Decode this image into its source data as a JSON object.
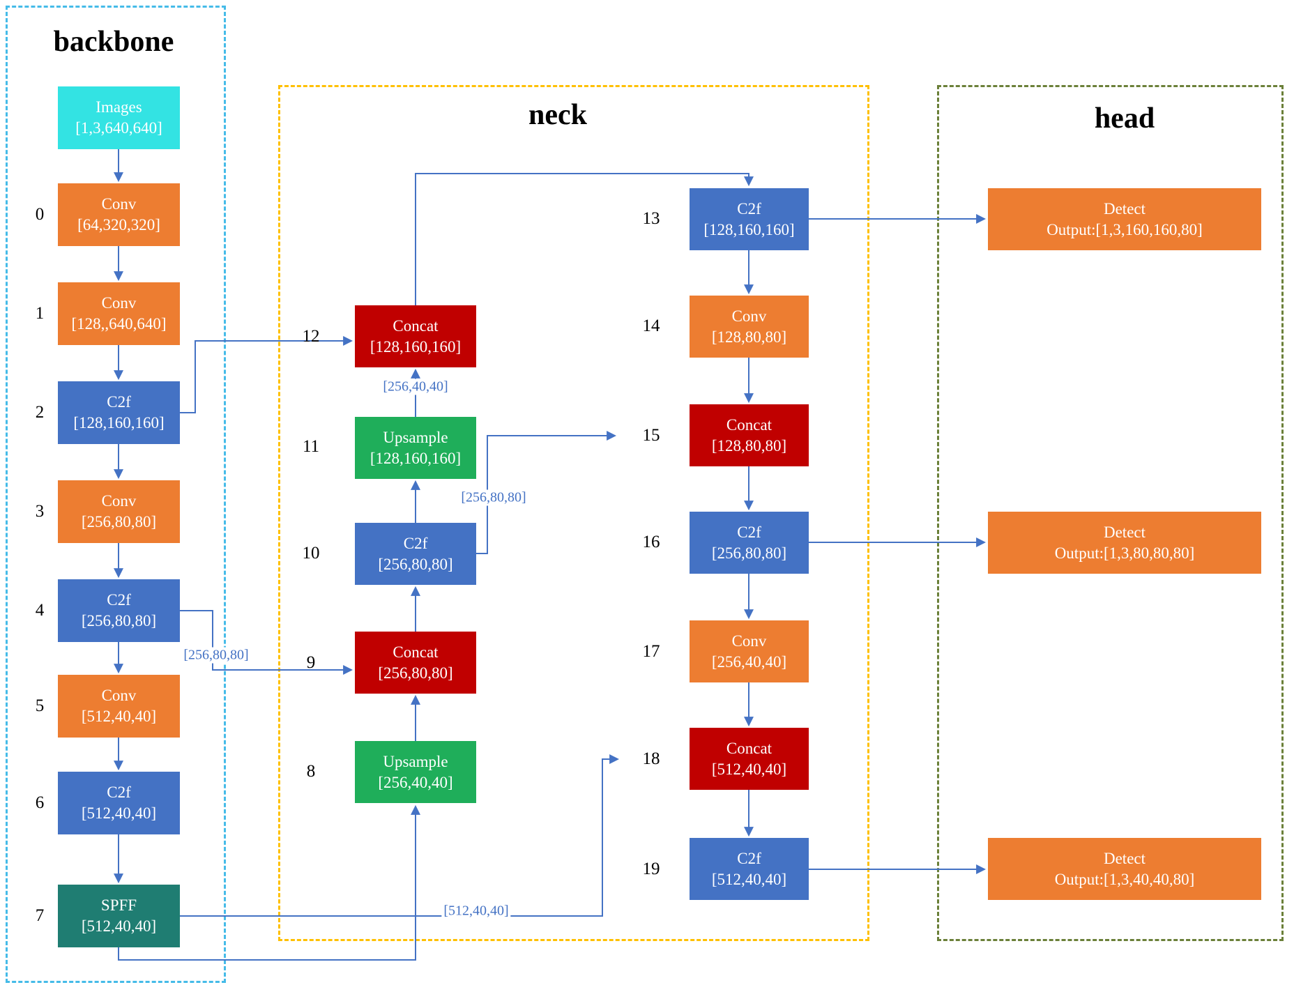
{
  "sections": {
    "backbone": {
      "title": "backbone"
    },
    "neck": {
      "title": "neck"
    },
    "head": {
      "title": "head"
    }
  },
  "nodes": {
    "images": {
      "title": "Images",
      "shape": "[1,3,640,640]"
    },
    "n0": {
      "index": "0",
      "title": "Conv",
      "shape": "[64,320,320]"
    },
    "n1": {
      "index": "1",
      "title": "Conv",
      "shape": "[128,,640,640]"
    },
    "n2": {
      "index": "2",
      "title": "C2f",
      "shape": "[128,160,160]"
    },
    "n3": {
      "index": "3",
      "title": "Conv",
      "shape": "[256,80,80]"
    },
    "n4": {
      "index": "4",
      "title": "C2f",
      "shape": "[256,80,80]"
    },
    "n5": {
      "index": "5",
      "title": "Conv",
      "shape": "[512,40,40]"
    },
    "n6": {
      "index": "6",
      "title": "C2f",
      "shape": "[512,40,40]"
    },
    "n7": {
      "index": "7",
      "title": "SPFF",
      "shape": "[512,40,40]"
    },
    "n8": {
      "index": "8",
      "title": "Upsample",
      "shape": "[256,40,40]"
    },
    "n9": {
      "index": "9",
      "title": "Concat",
      "shape": "[256,80,80]"
    },
    "n10": {
      "index": "10",
      "title": "C2f",
      "shape": "[256,80,80]"
    },
    "n11": {
      "index": "11",
      "title": "Upsample",
      "shape": "[128,160,160]"
    },
    "n12": {
      "index": "12",
      "title": "Concat",
      "shape": "[128,160,160]"
    },
    "n13": {
      "index": "13",
      "title": "C2f",
      "shape": "[128,160,160]"
    },
    "n14": {
      "index": "14",
      "title": "Conv",
      "shape": "[128,80,80]"
    },
    "n15": {
      "index": "15",
      "title": "Concat",
      "shape": "[128,80,80]"
    },
    "n16": {
      "index": "16",
      "title": "C2f",
      "shape": "[256,80,80]"
    },
    "n17": {
      "index": "17",
      "title": "Conv",
      "shape": "[256,40,40]"
    },
    "n18": {
      "index": "18",
      "title": "Concat",
      "shape": "[512,40,40]"
    },
    "n19": {
      "index": "19",
      "title": "C2f",
      "shape": "[512,40,40]"
    }
  },
  "detect": {
    "d1": {
      "title": "Detect",
      "shape": "Output:[1,3,160,160,80]"
    },
    "d2": {
      "title": "Detect",
      "shape": "Output:[1,3,80,80,80]"
    },
    "d3": {
      "title": "Detect",
      "shape": "Output:[1,3,40,40,80]"
    }
  },
  "edge_labels": {
    "l1": "[256,80,80]",
    "l2": "[512,40,40]",
    "l3": "[256,40,40]",
    "l4": "[256,80,80]"
  },
  "colors": {
    "images": "#33E3E3",
    "conv": "#ED7D31",
    "c2f": "#4472C4",
    "concat": "#C00000",
    "upsample": "#1FAE5A",
    "sppf": "#1F7D72",
    "detect": "#ED7D31",
    "arrow": "#4472C4",
    "backbone_border": "#45BBE8",
    "neck_border": "#FFC000",
    "head_border": "#6B8039"
  }
}
